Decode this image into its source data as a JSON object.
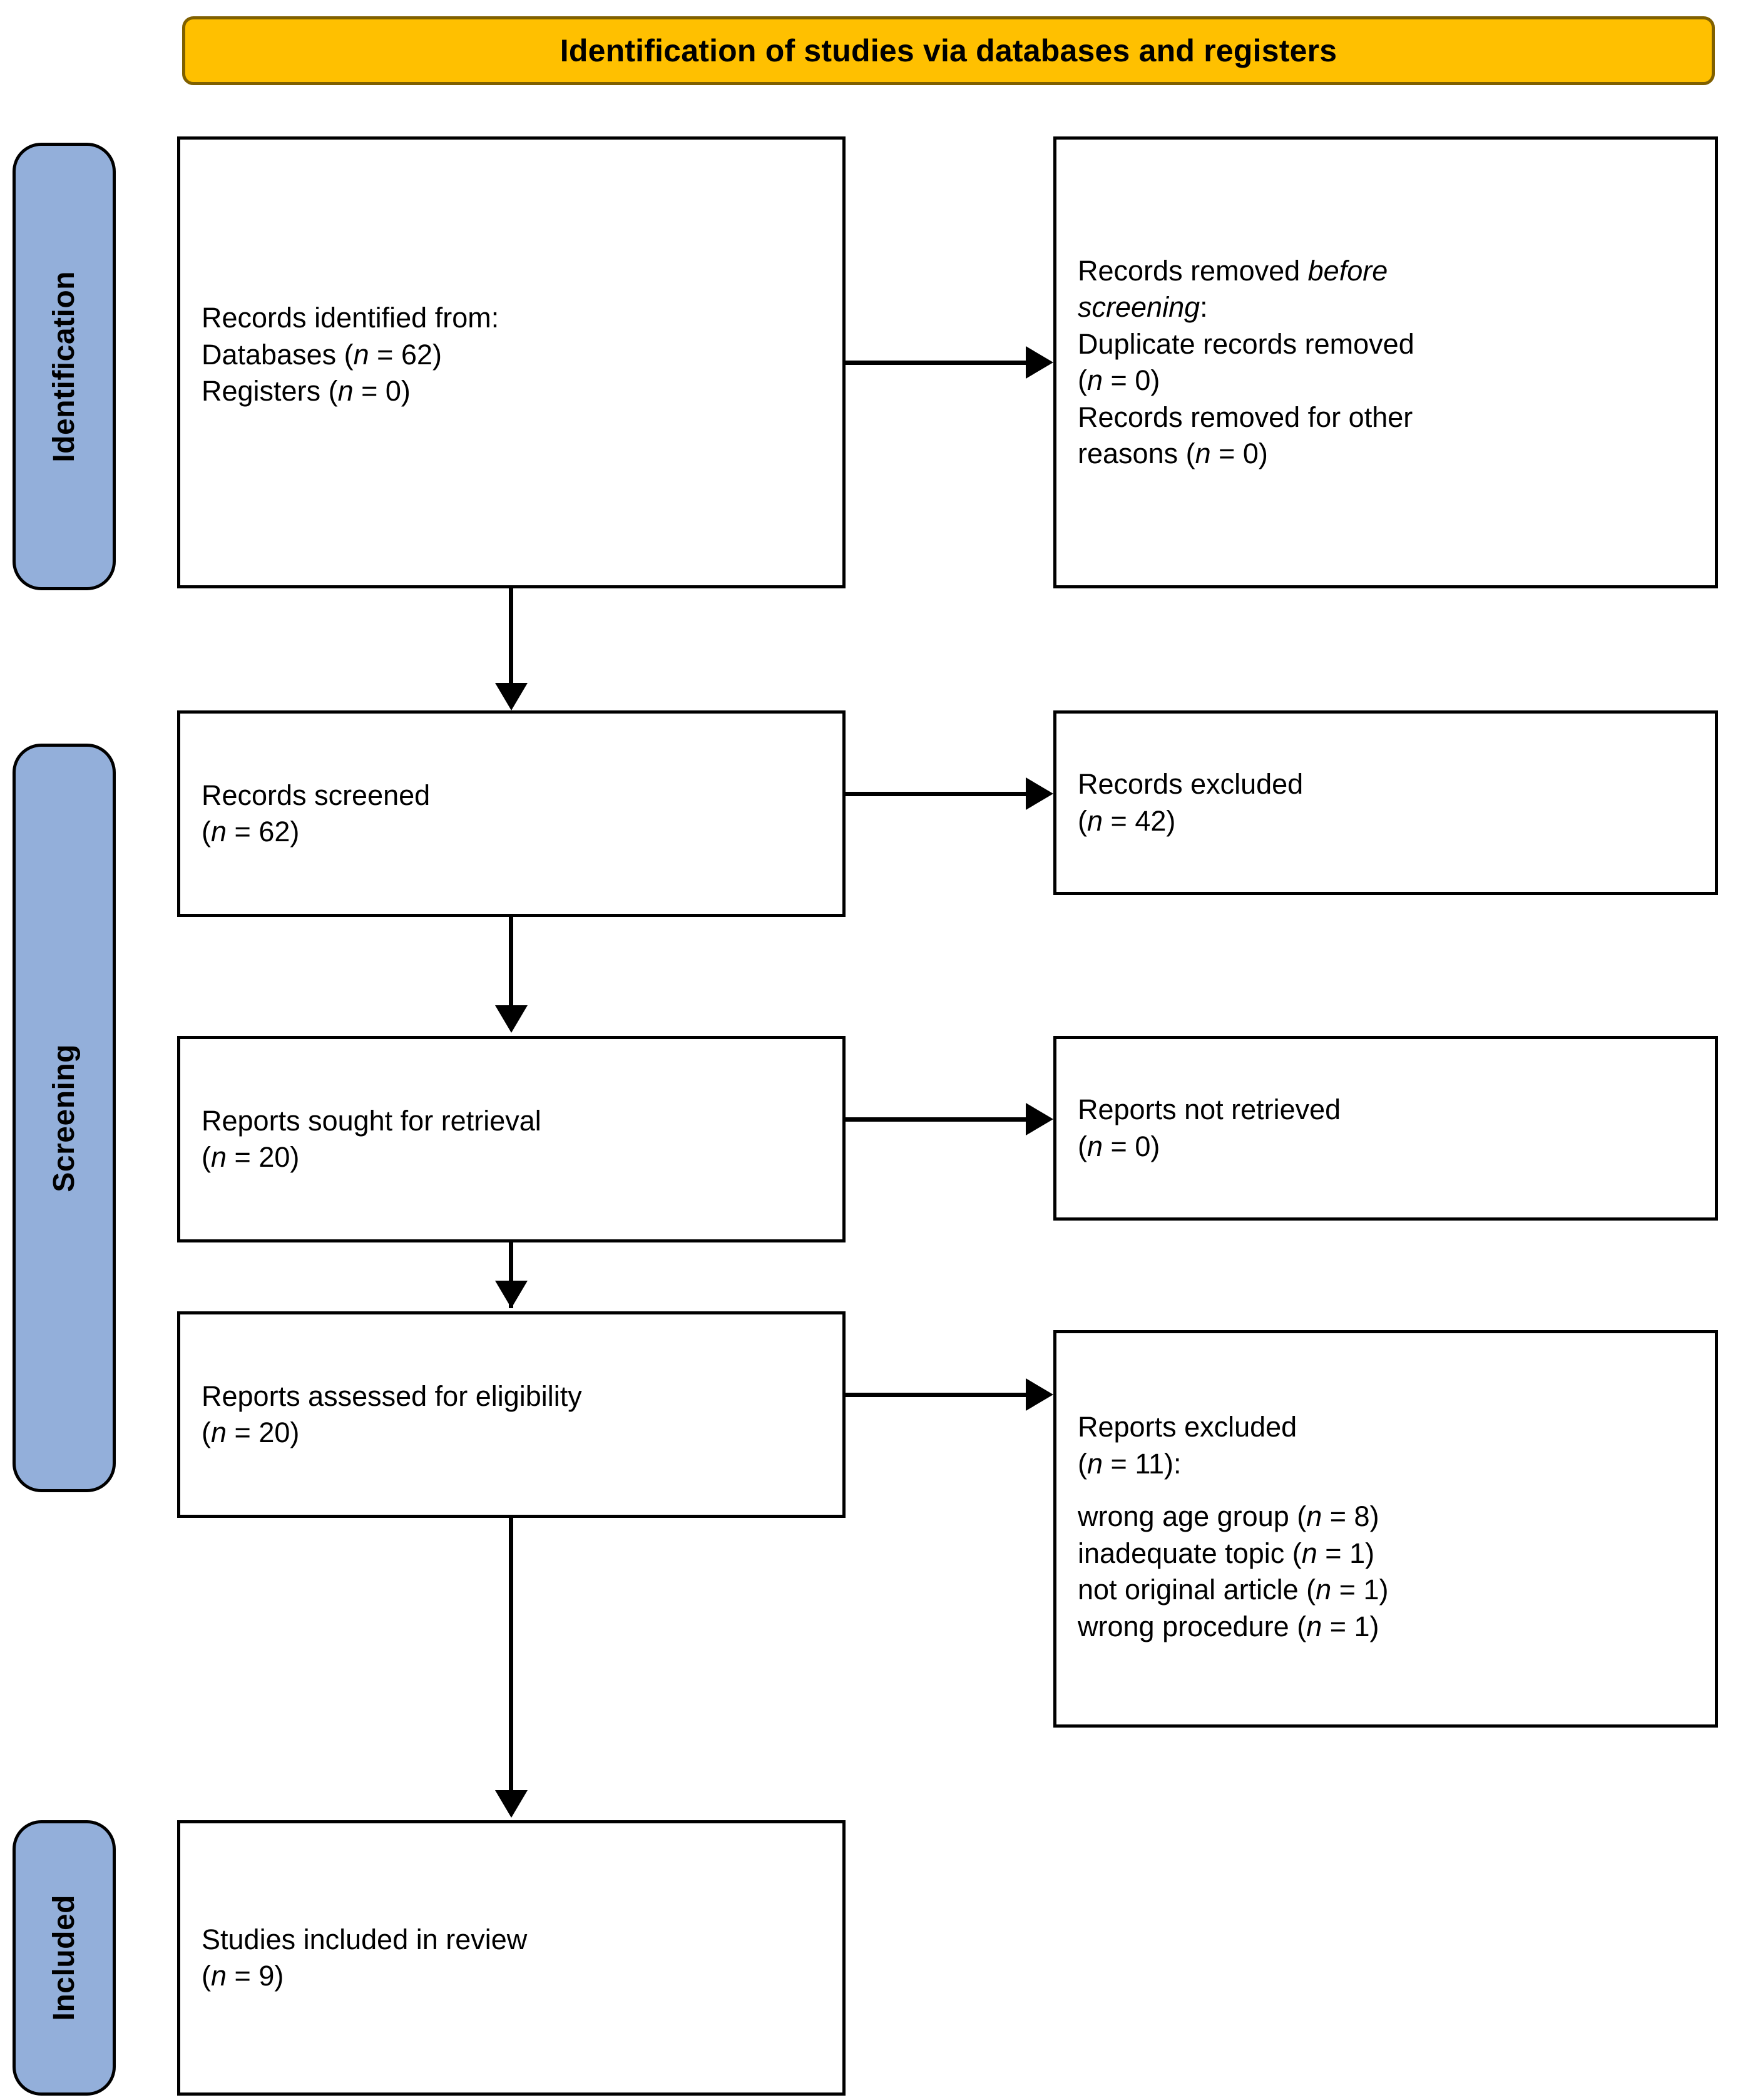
{
  "header": {
    "title": "Identification of studies via databases and registers",
    "bg_color": "#FFC000",
    "border_color": "#806000"
  },
  "stages": [
    {
      "key": "identification",
      "label": "Identification",
      "color": "#93AFDA"
    },
    {
      "key": "screening",
      "label": "Screening",
      "color": "#93AFDA"
    },
    {
      "key": "included",
      "label": "Included",
      "color": "#93AFDA"
    }
  ],
  "boxes": {
    "identified": {
      "line1": "Records identified from:",
      "line2": "Databases (",
      "line2_n": "n",
      "line2_val": " = 62)",
      "line3": "Registers (",
      "line3_n": "n",
      "line3_val": " = 0)"
    },
    "removed": {
      "line1_a": "Records removed ",
      "line1_i": "before",
      "line2_i": "screening",
      "line2_b": ":",
      "line3": "Duplicate records removed",
      "line4_a": " (",
      "line4_n": "n",
      "line4_b": " = 0)",
      "line5": "Records removed for other",
      "line6_a": "reasons (",
      "line6_n": "n",
      "line6_b": " = 0)"
    },
    "screened": {
      "line1": "Records screened",
      "line2_a": "(",
      "line2_n": "n",
      "line2_b": " = 62)"
    },
    "excluded_records": {
      "line1": "Records excluded",
      "line2_a": "(",
      "line2_n": "n",
      "line2_b": " = 42)"
    },
    "sought": {
      "line1": "Reports sought for retrieval",
      "line2_a": "(",
      "line2_n": "n",
      "line2_b": " = 20)"
    },
    "not_retrieved": {
      "line1": "Reports not retrieved",
      "line2_a": "(",
      "line2_n": "n",
      "line2_b": " = 0)"
    },
    "assessed": {
      "line1": "Reports assessed for eligibility",
      "line2_a": "(",
      "line2_n": "n",
      "line2_b": " = 20)"
    },
    "excluded_reports": {
      "line1": "Reports excluded",
      "line2_a": "(",
      "line2_n": "n",
      "line2_b": " = 11):",
      "reason1_a": "wrong age group (",
      "reason1_n": "n",
      "reason1_b": " = 8)",
      "reason2_a": "inadequate topic (",
      "reason2_n": "n",
      "reason2_b": " = 1)",
      "reason3_a": "not original article (",
      "reason3_n": "n",
      "reason3_b": " =  1)",
      "reason4_a": "wrong procedure (",
      "reason4_n": "n",
      "reason4_b": " =  1)"
    },
    "included": {
      "line1": "Studies included in review",
      "line2_a": "(",
      "line2_n": "n",
      "line2_b": " = 9)"
    }
  },
  "chart_data": {
    "type": "diagram",
    "title": "Identification of studies via databases and registers",
    "diagram_kind": "PRISMA 2020 flow diagram",
    "stages": [
      "Identification",
      "Screening",
      "Included"
    ],
    "nodes": [
      {
        "id": "identified",
        "stage": "Identification",
        "label": "Records identified from: Databases (n = 62) Registers (n = 0)",
        "n_databases": 62,
        "n_registers": 0
      },
      {
        "id": "removed",
        "stage": "Identification",
        "label": "Records removed before screening: Duplicate records removed (n = 0) Records removed for other reasons (n = 0)",
        "n_duplicates": 0,
        "n_other": 0
      },
      {
        "id": "screened",
        "stage": "Screening",
        "label": "Records screened (n = 62)",
        "n": 62
      },
      {
        "id": "excluded_records",
        "stage": "Screening",
        "label": "Records excluded (n = 42)",
        "n": 42
      },
      {
        "id": "sought",
        "stage": "Screening",
        "label": "Reports sought for retrieval (n = 20)",
        "n": 20
      },
      {
        "id": "not_retrieved",
        "stage": "Screening",
        "label": "Reports not retrieved (n = 0)",
        "n": 0
      },
      {
        "id": "assessed",
        "stage": "Screening",
        "label": "Reports assessed for eligibility (n = 20)",
        "n": 20
      },
      {
        "id": "excluded_reports",
        "stage": "Screening",
        "label": "Reports excluded (n = 11)",
        "n": 11,
        "reasons": [
          {
            "reason": "wrong age group",
            "n": 8
          },
          {
            "reason": "inadequate topic",
            "n": 1
          },
          {
            "reason": "not original article",
            "n": 1
          },
          {
            "reason": "wrong procedure",
            "n": 1
          }
        ]
      },
      {
        "id": "included",
        "stage": "Included",
        "label": "Studies included in review (n = 9)",
        "n": 9
      }
    ],
    "edges": [
      {
        "from": "identified",
        "to": "removed",
        "direction": "right"
      },
      {
        "from": "identified",
        "to": "screened",
        "direction": "down"
      },
      {
        "from": "screened",
        "to": "excluded_records",
        "direction": "right"
      },
      {
        "from": "screened",
        "to": "sought",
        "direction": "down"
      },
      {
        "from": "sought",
        "to": "not_retrieved",
        "direction": "right"
      },
      {
        "from": "sought",
        "to": "assessed",
        "direction": "down"
      },
      {
        "from": "assessed",
        "to": "excluded_reports",
        "direction": "right"
      },
      {
        "from": "assessed",
        "to": "included",
        "direction": "down"
      }
    ]
  }
}
